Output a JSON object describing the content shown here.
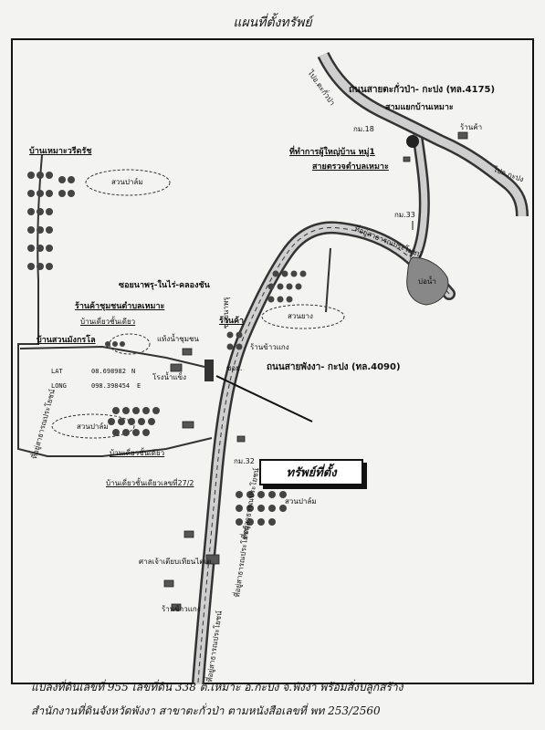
{
  "title": "แผนที่ตั้งทรัพย์",
  "roads": {
    "north_road": "ถนนสายตะกั่วป่า- กะปง (ทล.4175)",
    "main_road": "ถนนสายพังงา- กะปง (ทล.4090)",
    "km_18": "กม.18",
    "km_33": "กม.33",
    "km_32": "กม.32",
    "to_phang_nga": "ไปอ.กะปง",
    "to_takua_pa": "ไปอ.ตะกั่วป่า"
  },
  "labels": {
    "intersection": "สามแยกบ้านเหมาะ",
    "village_office": "ที่ทำการผู้ใหญ่บ้าน หมู่1",
    "police_box": "สายตรวจตำบลเหมาะ",
    "shop_ne": "ร้านค้า",
    "ban_mo_waree": "บ้านเหมาะวรีดรัช",
    "palm_garden": "สวนปาล์ม",
    "rubber_garden": "สวนยาง",
    "soi_name": "ซอยนาพรุ-ในไร่-คลองชัน",
    "shop": "ร้านค้า",
    "community_shop": "ร้านค้าชุมชนตำบลเหมาะ",
    "house_single_1": "บ้านเดี่ยวชั้นเดียว",
    "house_garden": "บ้านสวนมังกรโล",
    "water_well": "แท้งน้ำชุมชน",
    "ice_factory": "โรงน้ำแข็ง",
    "alley_label": "ซอยนาพรุ",
    "shop_khao_kaeng": "ร้านข้าวแกง",
    "soi_short": "ซอย.",
    "house_single_2": "บ้านเดี่ยวชั้นเดียว",
    "house_single_3": "บ้านเดี่ยวชั้นเดียวเลขที่27/2",
    "shrine": "ศาลเจ้าเตียบเทียนไตเต",
    "shop_rice": "ร้านข้าวแกง",
    "pond": "บ่อน้ำ",
    "public_land_1": "ที่อยู่สาธารณประโยชน์",
    "public_land_2": "ที่อยู่สาธารณประโยชน์",
    "public_land_3": "ที่อยู่สาธารณประโยชน์",
    "public_land_4": "ที่อยู่สาธารณประโยชน์",
    "rubber_road": "ที่อยู่สาธารณประโยชน์"
  },
  "coordinates": {
    "lat_label": "LAT",
    "lat_value": "08.698982",
    "lat_dir": "N",
    "long_label": "LONG",
    "long_value": "098.398454",
    "long_dir": "E"
  },
  "property_label": "ทรัพย์ที่ตั้ง",
  "footer": {
    "line1": "แปลงที่ดินเลขที่ 955 เลขที่ดิน 338 ต.เหมาะ อ.กะปง จ.พังงา พร้อมสิ่งปลูกสร้าง",
    "line2": "สำนักงานที่ดินจังหวัดพังงา สาขาตะกั่วป่า ตามหนังสือเลขที่ พท 253/2560"
  }
}
